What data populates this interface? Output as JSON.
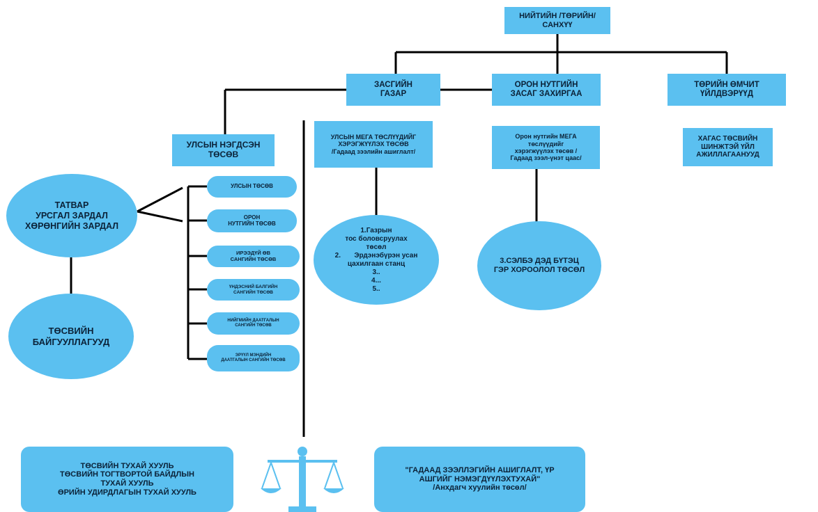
{
  "colors": {
    "box": "#5bc0f0",
    "line": "#000000",
    "text": "#0b2238",
    "scales": "#5bc0f0"
  },
  "icons": {
    "scales": "scales-of-justice-icon"
  },
  "nodes": {
    "root": "НИЙТИЙН /ТӨРИЙН/\nСАНХҮҮ",
    "government": "ЗАСГИЙН\nГАЗАР",
    "local_government": "ОРОН НУТГИЙН\nЗАСАГ ЗАХИРГАА",
    "state_enterprises": "ТӨРИЙН ӨМЧИТ\nҮЙЛДВЭРҮҮД",
    "unified_budget": "УЛСЫН НЭГДСЭН\nТӨСӨВ",
    "national_mega": "УЛСЫН МЕГА ТӨСЛҮҮДИЙГ\nХЭРЭГЖҮҮЛЭХ ТӨСӨВ\n/Гадаад зээлийн ашиглалт/",
    "local_mega": "Орон нутгийн МЕГА\nтөслүүдийг\nхэрэгжүүлэх төсөв /\nГадаад зээл-үнэт цаас/",
    "off_budget": "ХАГАС ТӨСВИЙН\nШИНЖТЭЙ ҮЙЛ\nАЖИЛЛАГААНУУД",
    "taxes": "ТАТВАР\nУРСГАЛ ЗАРДАЛ\nХӨРӨНГИЙН ЗАРДАЛ",
    "budget_orgs": "ТӨСВИЙН\nБАЙГУУЛЛАГУУД",
    "national_projects": [
      "1.Газрын",
      "тос боловсруулах",
      "төсөл",
      "2.       Эрдэнэбүрэн усан",
      "цахилгаан станц",
      "3..",
      "4...",
      "5.."
    ],
    "local_project": "3.СЭЛБЭ ДЭД БҮТЭЦ\nГЭР ХОРООЛОЛ ТӨСӨЛ"
  },
  "sub_budgets": [
    "УЛСЫН ТӨСӨВ",
    "ОРОН\nНУТГИЙН ТӨСӨВ",
    "ИРЭЭДҮЙ ӨВ\nСАНГИЙН ТӨСӨВ",
    "ҮНДЭСНИЙ БАЛГИЙН\nСАНГИЙН ТӨСӨВ",
    "НИЙГМИЙН ДААТГАЛЫН\nСАНГИЙН ТӨСӨВ",
    "ЭРҮҮЛ МЭНДИЙН\nДААТГАЛЫН САНГИЙН ТӨСӨВ"
  ],
  "laws": {
    "left": "ТӨСВИЙН ТУХАЙ ХУУЛЬ\nТӨСВИЙН ТОГТВОРТОЙ БАЙДЛЫН\nТУХАЙ ХУУЛЬ\nӨРИЙН УДИРДЛАГЫН ТУХАЙ ХУУЛЬ",
    "right": "\"ГАДААД ЗЭЭЛЛЭГИЙН АШИГЛАЛТ, ҮР\nАШГИЙГ НЭМЭГДҮҮЛЭХТУХАЙ\"\n/Анхдагч хуулийн төсөл/"
  }
}
